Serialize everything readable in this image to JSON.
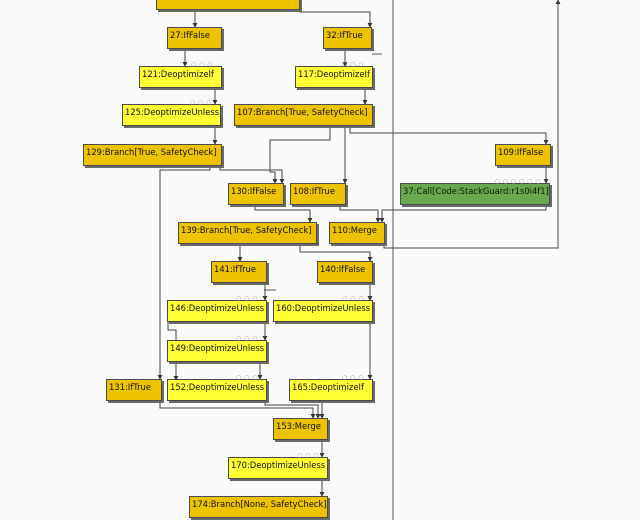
{
  "graph": {
    "nodes": [
      {
        "id": "n-top",
        "label": "",
        "kind": "control"
      },
      {
        "id": "n27",
        "label": "27:IfFalse",
        "kind": "control"
      },
      {
        "id": "n32",
        "label": "32:IfTrue",
        "kind": "control"
      },
      {
        "id": "n121",
        "label": "121:DeoptimizeIf",
        "kind": "effect",
        "ports": "○ ○ ○"
      },
      {
        "id": "n117",
        "label": "117:DeoptimizeIf",
        "kind": "effect",
        "ports": "○ ○ ○"
      },
      {
        "id": "n125",
        "label": "125:DeoptimizeUnless",
        "kind": "effect",
        "ports": "○ ○ ○"
      },
      {
        "id": "n107",
        "label": "107:Branch[True, SafetyCheck]",
        "kind": "control"
      },
      {
        "id": "n129",
        "label": "129:Branch[True, SafetyCheck]",
        "kind": "control"
      },
      {
        "id": "n109",
        "label": "109:IfFalse",
        "kind": "control"
      },
      {
        "id": "n130",
        "label": "130:IfFalse",
        "kind": "control"
      },
      {
        "id": "n108",
        "label": "108:IfTrue",
        "kind": "control"
      },
      {
        "id": "n37",
        "label": "37:Call[Code:StackGuard:r1s0i4f1]",
        "kind": "call",
        "ports": "○ ○ ○ ○ ○ ○"
      },
      {
        "id": "n139",
        "label": "139:Branch[True, SafetyCheck]",
        "kind": "control"
      },
      {
        "id": "n110",
        "label": "110:Merge",
        "kind": "control"
      },
      {
        "id": "n141",
        "label": "141:IfTrue",
        "kind": "control"
      },
      {
        "id": "n140",
        "label": "140:IfFalse",
        "kind": "control"
      },
      {
        "id": "n146",
        "label": "146:DeoptimizeUnless",
        "kind": "effect",
        "ports": "○ ○ ○"
      },
      {
        "id": "n160",
        "label": "160:DeoptimizeUnless",
        "kind": "effect",
        "ports": "○ ○ ○"
      },
      {
        "id": "n149",
        "label": "149:DeoptimizeUnless",
        "kind": "effect",
        "ports": "○ ○ ○"
      },
      {
        "id": "n131",
        "label": "131:IfTrue",
        "kind": "control"
      },
      {
        "id": "n152",
        "label": "152:DeoptimizeUnless",
        "kind": "effect",
        "ports": "○ ○ ○"
      },
      {
        "id": "n165",
        "label": "165:DeoptimizeIf",
        "kind": "effect",
        "ports": "○ ○ ○"
      },
      {
        "id": "n153",
        "label": "153:Merge",
        "kind": "control"
      },
      {
        "id": "n170",
        "label": "170:DeoptimizeUnless",
        "kind": "effect",
        "ports": "○ ○ ○"
      },
      {
        "id": "n174",
        "label": "174:Branch[None, SafetyCheck]",
        "kind": "control"
      }
    ]
  }
}
